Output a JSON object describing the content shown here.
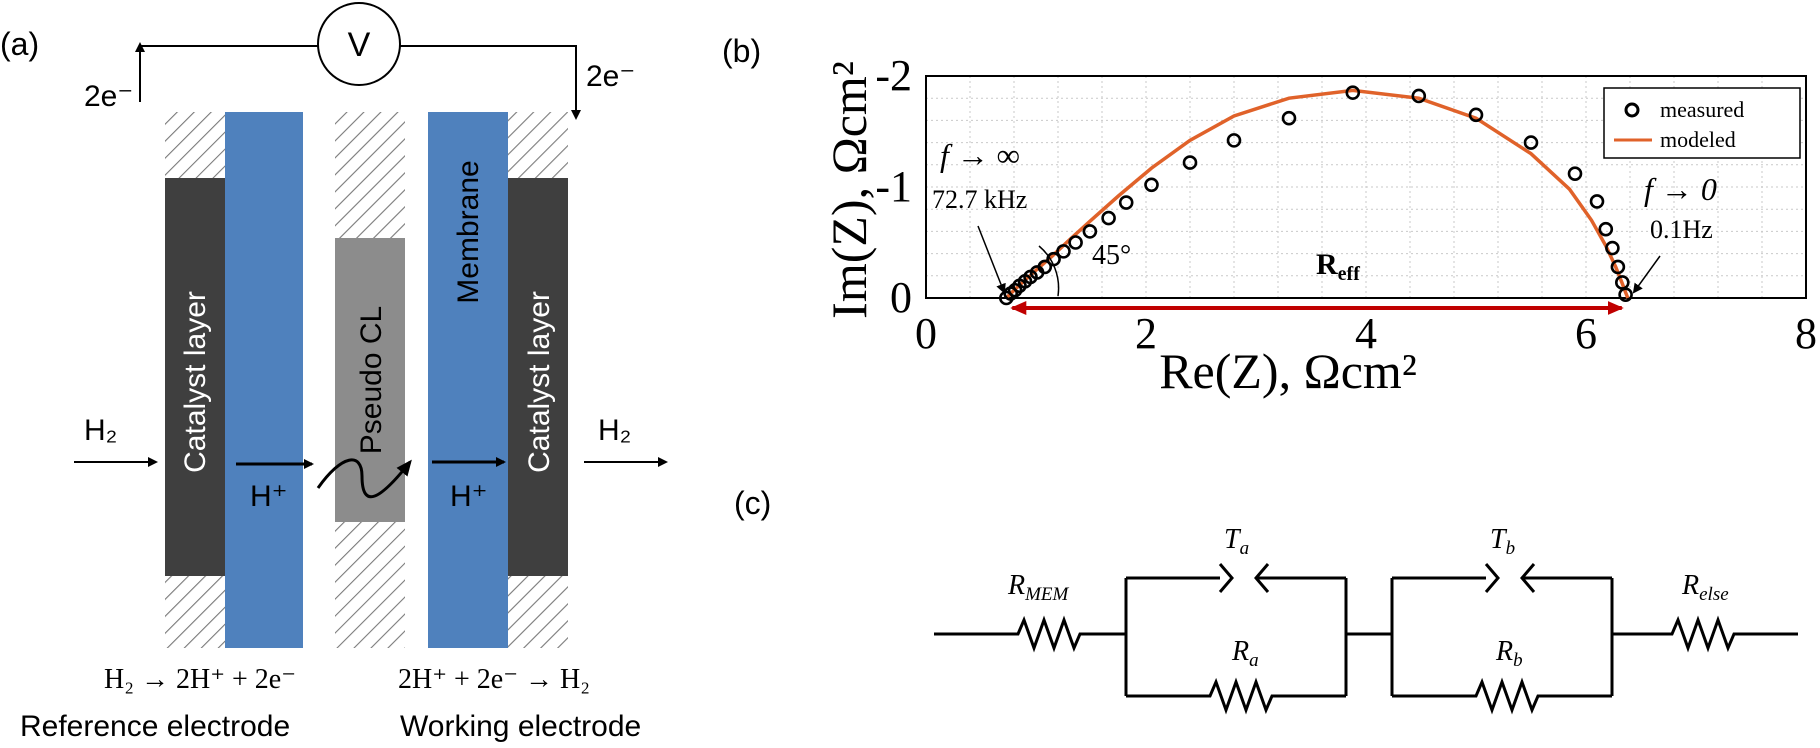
{
  "panels": {
    "a": {
      "label": "(a)",
      "voltmeter": "V",
      "electron_left": "2e⁻",
      "electron_right": "2e⁻",
      "layer_catalyst_left": "Catalyst layer",
      "layer_pseudo": "Pseudo CL",
      "layer_membrane": "Membrane",
      "layer_catalyst_right": "Catalyst layer",
      "h2_in": "H₂",
      "h2_out": "H₂",
      "proton_left": "H⁺",
      "proton_right": "H⁺",
      "reaction_left": "H₂ → 2H⁺ + 2e⁻",
      "reaction_right": "2H⁺ + 2e⁻ → H₂",
      "electrode_left": "Reference electrode",
      "electrode_right": "Working electrode",
      "colors": {
        "membrane": "#4f81bd",
        "catalyst": "#3f3f3f",
        "pseudo": "#8c8c8c",
        "hatch": "#7a7a7a"
      }
    },
    "b": {
      "label": "(b)",
      "annotation_high_f": "f → ∞",
      "annotation_high_f_value": "72.7 kHz",
      "annotation_low_f": "f → 0",
      "annotation_low_f_value": "0.1Hz",
      "angle_label": "45°",
      "reff_label": "R",
      "reff_sub": "eff"
    },
    "c": {
      "label": "(c)",
      "r_mem": "R",
      "r_mem_sub": "MEM",
      "t_a": "T",
      "t_a_sub": "a",
      "r_a": "R",
      "r_a_sub": "a",
      "t_b": "T",
      "t_b_sub": "b",
      "r_b": "R",
      "r_b_sub": "b",
      "r_else": "R",
      "r_else_sub": "else"
    }
  },
  "chart_data": {
    "type": "scatter",
    "xlabel": "Re(Z), Ωcm²",
    "ylabel": "Im(Z), Ωcm²",
    "xlim": [
      0,
      8
    ],
    "ylim": [
      0,
      -2
    ],
    "xticks": [
      0,
      2,
      4,
      6,
      8
    ],
    "yticks": [
      0,
      -1,
      -2
    ],
    "ytick_labels": [
      "0",
      "-1",
      "-2"
    ],
    "grid": true,
    "legend_position": "top-right",
    "series": [
      {
        "name": "measured",
        "style": "open-circle",
        "color": "#000000",
        "x": [
          0.73,
          0.77,
          0.81,
          0.85,
          0.9,
          0.95,
          1.01,
          1.08,
          1.16,
          1.25,
          1.36,
          1.49,
          1.66,
          1.82,
          2.05,
          2.4,
          2.8,
          3.3,
          3.88,
          4.48,
          5.0,
          5.5,
          5.9,
          6.1,
          6.18,
          6.24,
          6.29,
          6.33,
          6.36
        ],
        "y": [
          0.0,
          -0.04,
          -0.07,
          -0.11,
          -0.15,
          -0.19,
          -0.23,
          -0.28,
          -0.35,
          -0.42,
          -0.5,
          -0.6,
          -0.72,
          -0.86,
          -1.02,
          -1.22,
          -1.42,
          -1.62,
          -1.85,
          -1.82,
          -1.65,
          -1.4,
          -1.12,
          -0.87,
          -0.62,
          -0.45,
          -0.28,
          -0.14,
          -0.03
        ]
      },
      {
        "name": "modeled",
        "style": "line",
        "color": "#e0622a",
        "x": [
          0.73,
          0.8,
          0.9,
          1.0,
          1.15,
          1.3,
          1.5,
          1.75,
          2.05,
          2.4,
          2.8,
          3.3,
          3.88,
          4.48,
          5.0,
          5.5,
          5.85,
          6.05,
          6.18,
          6.27,
          6.33,
          6.36,
          6.38
        ],
        "y": [
          0.0,
          -0.07,
          -0.16,
          -0.25,
          -0.38,
          -0.52,
          -0.7,
          -0.92,
          -1.17,
          -1.42,
          -1.64,
          -1.8,
          -1.87,
          -1.8,
          -1.62,
          -1.3,
          -0.98,
          -0.7,
          -0.47,
          -0.28,
          -0.13,
          -0.05,
          0.0
        ]
      }
    ],
    "reff_arrow": {
      "x_start": 0.73,
      "x_end": 6.38,
      "y": 0,
      "color": "#c00000"
    }
  }
}
